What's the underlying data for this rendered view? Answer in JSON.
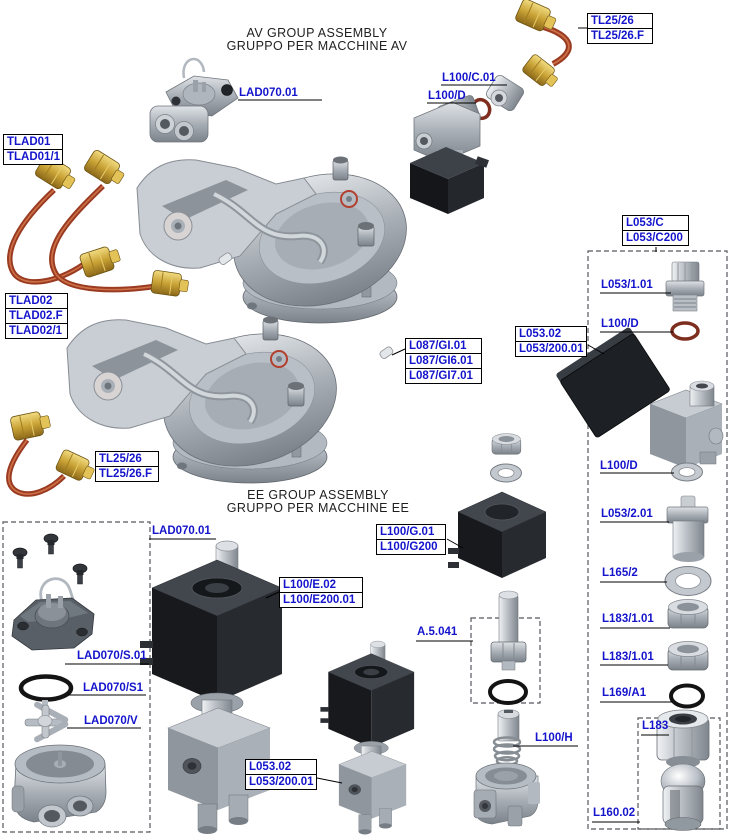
{
  "titles": {
    "av_line1": "AV GROUP ASSEMBLY",
    "av_line2": "GRUPPO PER MACCHINE AV",
    "ee_line1": "EE GROUP ASSEMBLY",
    "ee_line2": "GRUPPO PER MACCHINE EE"
  },
  "labels": {
    "lad070_av": "LAD070.01",
    "lad070_ee": "LAD070.01",
    "l100c": "L100/C.01",
    "l100d_top": "L100/D",
    "l100d_box1": "L100/D",
    "l100d_box2": "L100/D",
    "l053_1": "L053/1.01",
    "l053_2": "L053/2.01",
    "l165_2": "L165/2",
    "l183_1a": "L183/1.01",
    "l183_1b": "L183/1.01",
    "l169_a1": "L169/A1",
    "l183": "L183",
    "l160_02": "L160.02",
    "a5041": "A.5.041",
    "l100h": "L100/H",
    "lad070s": "LAD070/S.01",
    "lad070s1": "LAD070/S1",
    "lad070v": "LAD070/V",
    "tlad01": [
      "TLAD01",
      "TLAD01/1"
    ],
    "tlad02": [
      "TLAD02",
      "TLAD02.F",
      "TLAD02/1"
    ],
    "tl25_top": [
      "TL25/26",
      "TL25/26.F"
    ],
    "tl25_left": [
      "TL25/26",
      "TL25/26.F"
    ],
    "l087": [
      "L087/GI.01",
      "L087/GI6.01",
      "L087/GI7.01"
    ],
    "l053_02_mid": [
      "L053.02",
      "L053/200.01"
    ],
    "l053_c": [
      "L053/C",
      "L053/C200"
    ],
    "l100e": [
      "L100/E.02",
      "L100/E200.01"
    ],
    "l100g": [
      "L100/G.01",
      "L100/G200"
    ],
    "l053_02_bot": [
      "L053.02",
      "L053/200.01"
    ]
  },
  "colors": {
    "label_blue": "#1414cc",
    "box_border": "#000000",
    "leader_line": "#000000",
    "dashed_box": "#55585c",
    "copper_tube": "#9a3b21",
    "brass": "#c9a235",
    "metal_gray": "#9aa1a8",
    "coil_black": "#17191d",
    "oring_red": "#7e2e1e",
    "background": "#ffffff"
  }
}
